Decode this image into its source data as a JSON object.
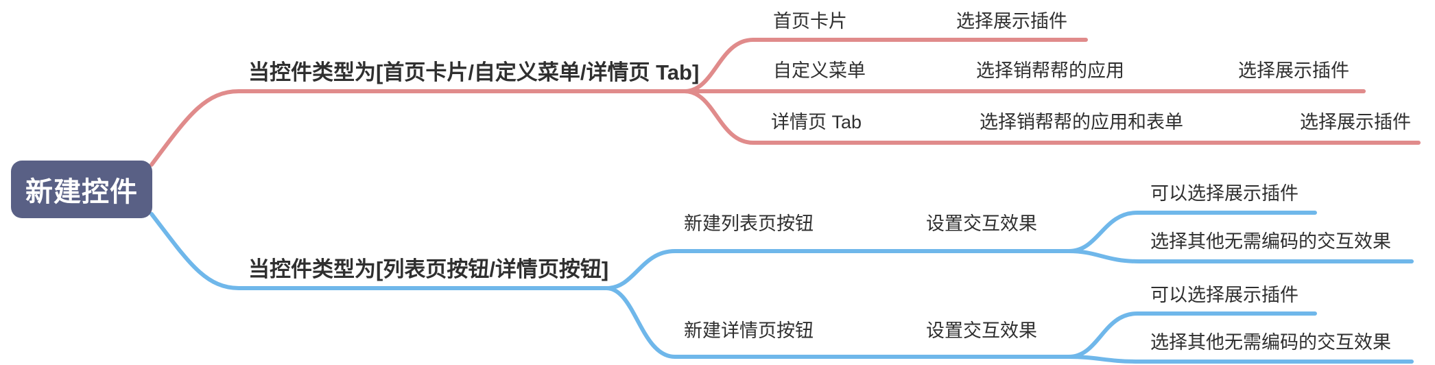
{
  "mindmap": {
    "root": {
      "label": "新建控件",
      "bg_color": "#596085",
      "text_color": "#ffffff"
    },
    "branches": [
      {
        "id": "branch-card-menu-tab",
        "color": "#E08B8B",
        "label": "当控件类型为[首页卡片/自定义菜单/详情页 Tab]",
        "rows": [
          {
            "steps": [
              "首页卡片",
              "选择展示插件"
            ]
          },
          {
            "steps": [
              "自定义菜单",
              "选择销帮帮的应用",
              "选择展示插件"
            ]
          },
          {
            "steps": [
              "详情页 Tab",
              "选择销帮帮的应用和表单",
              "选择展示插件"
            ]
          }
        ]
      },
      {
        "id": "branch-list-detail-button",
        "color": "#6FB7EA",
        "label": "当控件类型为[列表页按钮/详情页按钮]",
        "rows": [
          {
            "steps": [
              "新建列表页按钮",
              "设置交互效果"
            ],
            "leaves": [
              "可以选择展示插件",
              "选择其他无需编码的交互效果"
            ]
          },
          {
            "steps": [
              "新建详情页按钮",
              "设置交互效果"
            ],
            "leaves": [
              "可以选择展示插件",
              "选择其他无需编码的交互效果"
            ]
          }
        ]
      }
    ]
  }
}
